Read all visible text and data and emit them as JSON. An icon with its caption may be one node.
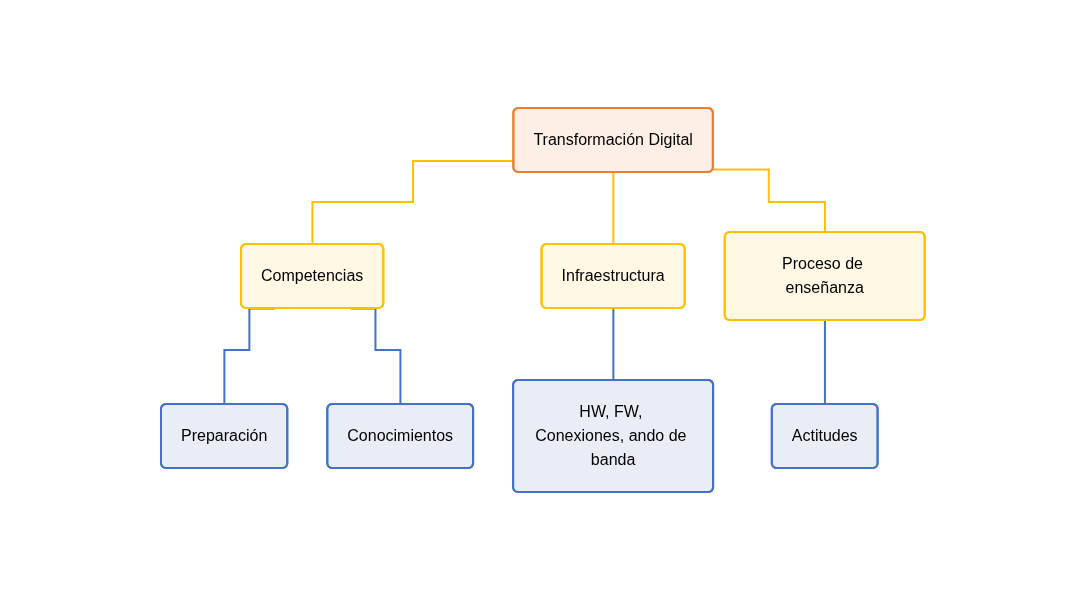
{
  "diagram": {
    "nodes": [
      {
        "text": [
          "Transformación Digital"
        ]
      },
      {
        "text": [
          "Competencias"
        ]
      },
      {
        "text": [
          "Infraestructura"
        ]
      },
      {
        "text": [
          "Proceso de enseñanza"
        ]
      },
      {
        "text": [
          "Preparación"
        ]
      },
      {
        "text": [
          "Conocimientos"
        ]
      },
      {
        "text": [
          "HW, FW, Conexiones, ando de banda"
        ]
      },
      {
        "text": [
          "Actitudes"
        ]
      }
    ],
    "edges": [
      {
        "from": 0,
        "to": 1,
        "arrow": "none",
        "color": "#ffc000"
      },
      {
        "from": 0,
        "to": 2,
        "arrow": "none",
        "color": "#ffc000"
      },
      {
        "from": 0,
        "to": 3,
        "arrow": "none",
        "color": "#ffc000"
      },
      {
        "from": 1,
        "to": 4,
        "arrow": "none",
        "color": "#4472c4"
      },
      {
        "from": 1,
        "to": 5,
        "arrow": "none",
        "color": "#4472c4"
      },
      {
        "from": 2,
        "to": 6,
        "arrow": "none",
        "color": "#4472c4"
      },
      {
        "from": 3,
        "to": 7,
        "arrow": "none",
        "color": "#4472c4"
      }
    ]
  }
}
